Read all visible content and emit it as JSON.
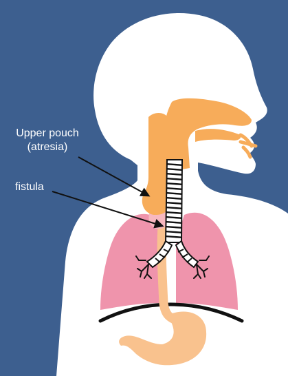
{
  "labels": {
    "upper_pouch_line1": "Upper pouch",
    "upper_pouch_line2": "(atresia)",
    "fistula": "fistula"
  },
  "colors": {
    "background": "#3d5f8f",
    "body": "#ffffff",
    "esophagus": "#f7ac5a",
    "stomach": "#f9c28e",
    "lungs": "#ef94ac",
    "trachea_stripes": "#1a1a1a",
    "fistula_pink": "#f7b8c0",
    "arrow": "#111111",
    "text": "#ffffff"
  }
}
